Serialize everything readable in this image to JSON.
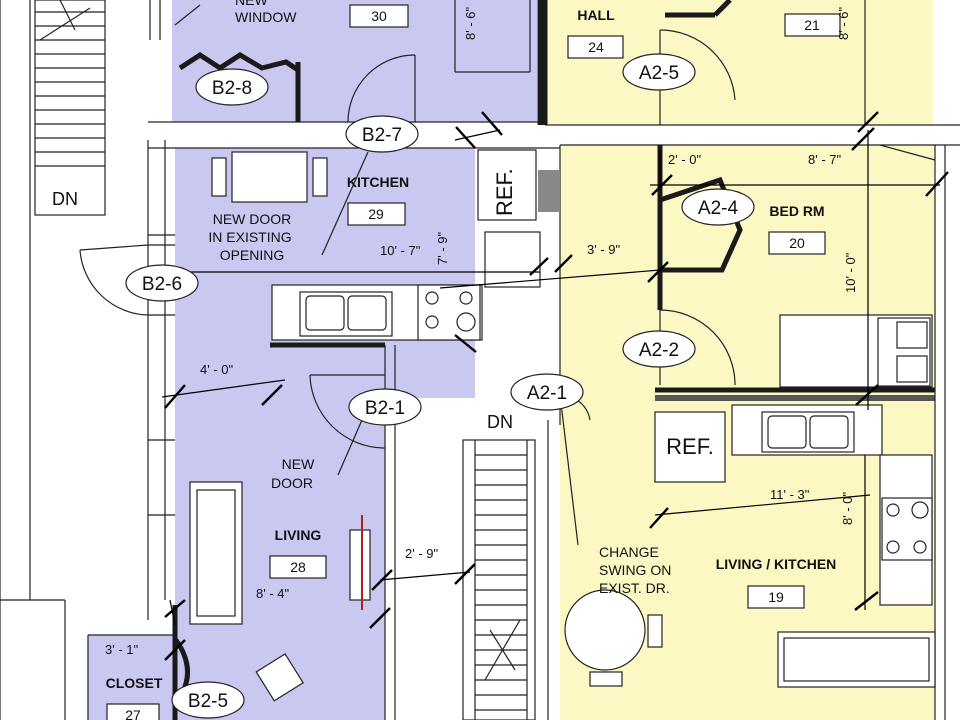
{
  "colors": {
    "unit_b": "#c8c8f0",
    "unit_a": "#fbf8c4",
    "line": "#222222",
    "wall": "#1a1a1a",
    "header_red": "#b02020"
  },
  "rooms": [
    {
      "id": "bedroom-b",
      "name": "",
      "number": "30"
    },
    {
      "id": "hall",
      "name": "HALL",
      "number": "24"
    },
    {
      "id": "room-21",
      "name": "",
      "number": "21"
    },
    {
      "id": "kitchen",
      "name": "KITCHEN",
      "number": "29"
    },
    {
      "id": "bed-rm",
      "name": "BED RM",
      "number": "20"
    },
    {
      "id": "living",
      "name": "LIVING",
      "number": "28"
    },
    {
      "id": "living-kitchen",
      "name": "LIVING / KITCHEN",
      "number": "19"
    },
    {
      "id": "closet",
      "name": "CLOSET",
      "number": "27"
    }
  ],
  "tags": [
    "B2-8",
    "B2-7",
    "B2-6",
    "B2-1",
    "B2-5",
    "A2-5",
    "A2-4",
    "A2-2",
    "A2-1"
  ],
  "dimensions": [
    "8' - 6\"",
    "8' - 6\"",
    "2' - 0\"",
    "8' - 7\"",
    "10' - 7\"",
    "7' - 9\"",
    "3' - 9\"",
    "10' - 0\"",
    "4' - 0\"",
    "11' - 3\"",
    "8' - 0\"",
    "2' - 9\"",
    "8' - 4\"",
    "3' - 1\""
  ],
  "notes": {
    "new_window": [
      "NEW",
      "WINDOW"
    ],
    "new_door_existing": [
      "NEW DOOR",
      "IN EXISTING",
      "OPENING"
    ],
    "new_door": [
      "NEW",
      "DOOR"
    ],
    "change_swing": [
      "CHANGE",
      "SWING ON",
      "EXIST. DR."
    ]
  },
  "fixtures": {
    "ref_1": "REF.",
    "ref_2": "REF.",
    "stair_dn_1": "DN",
    "stair_dn_2": "DN"
  }
}
